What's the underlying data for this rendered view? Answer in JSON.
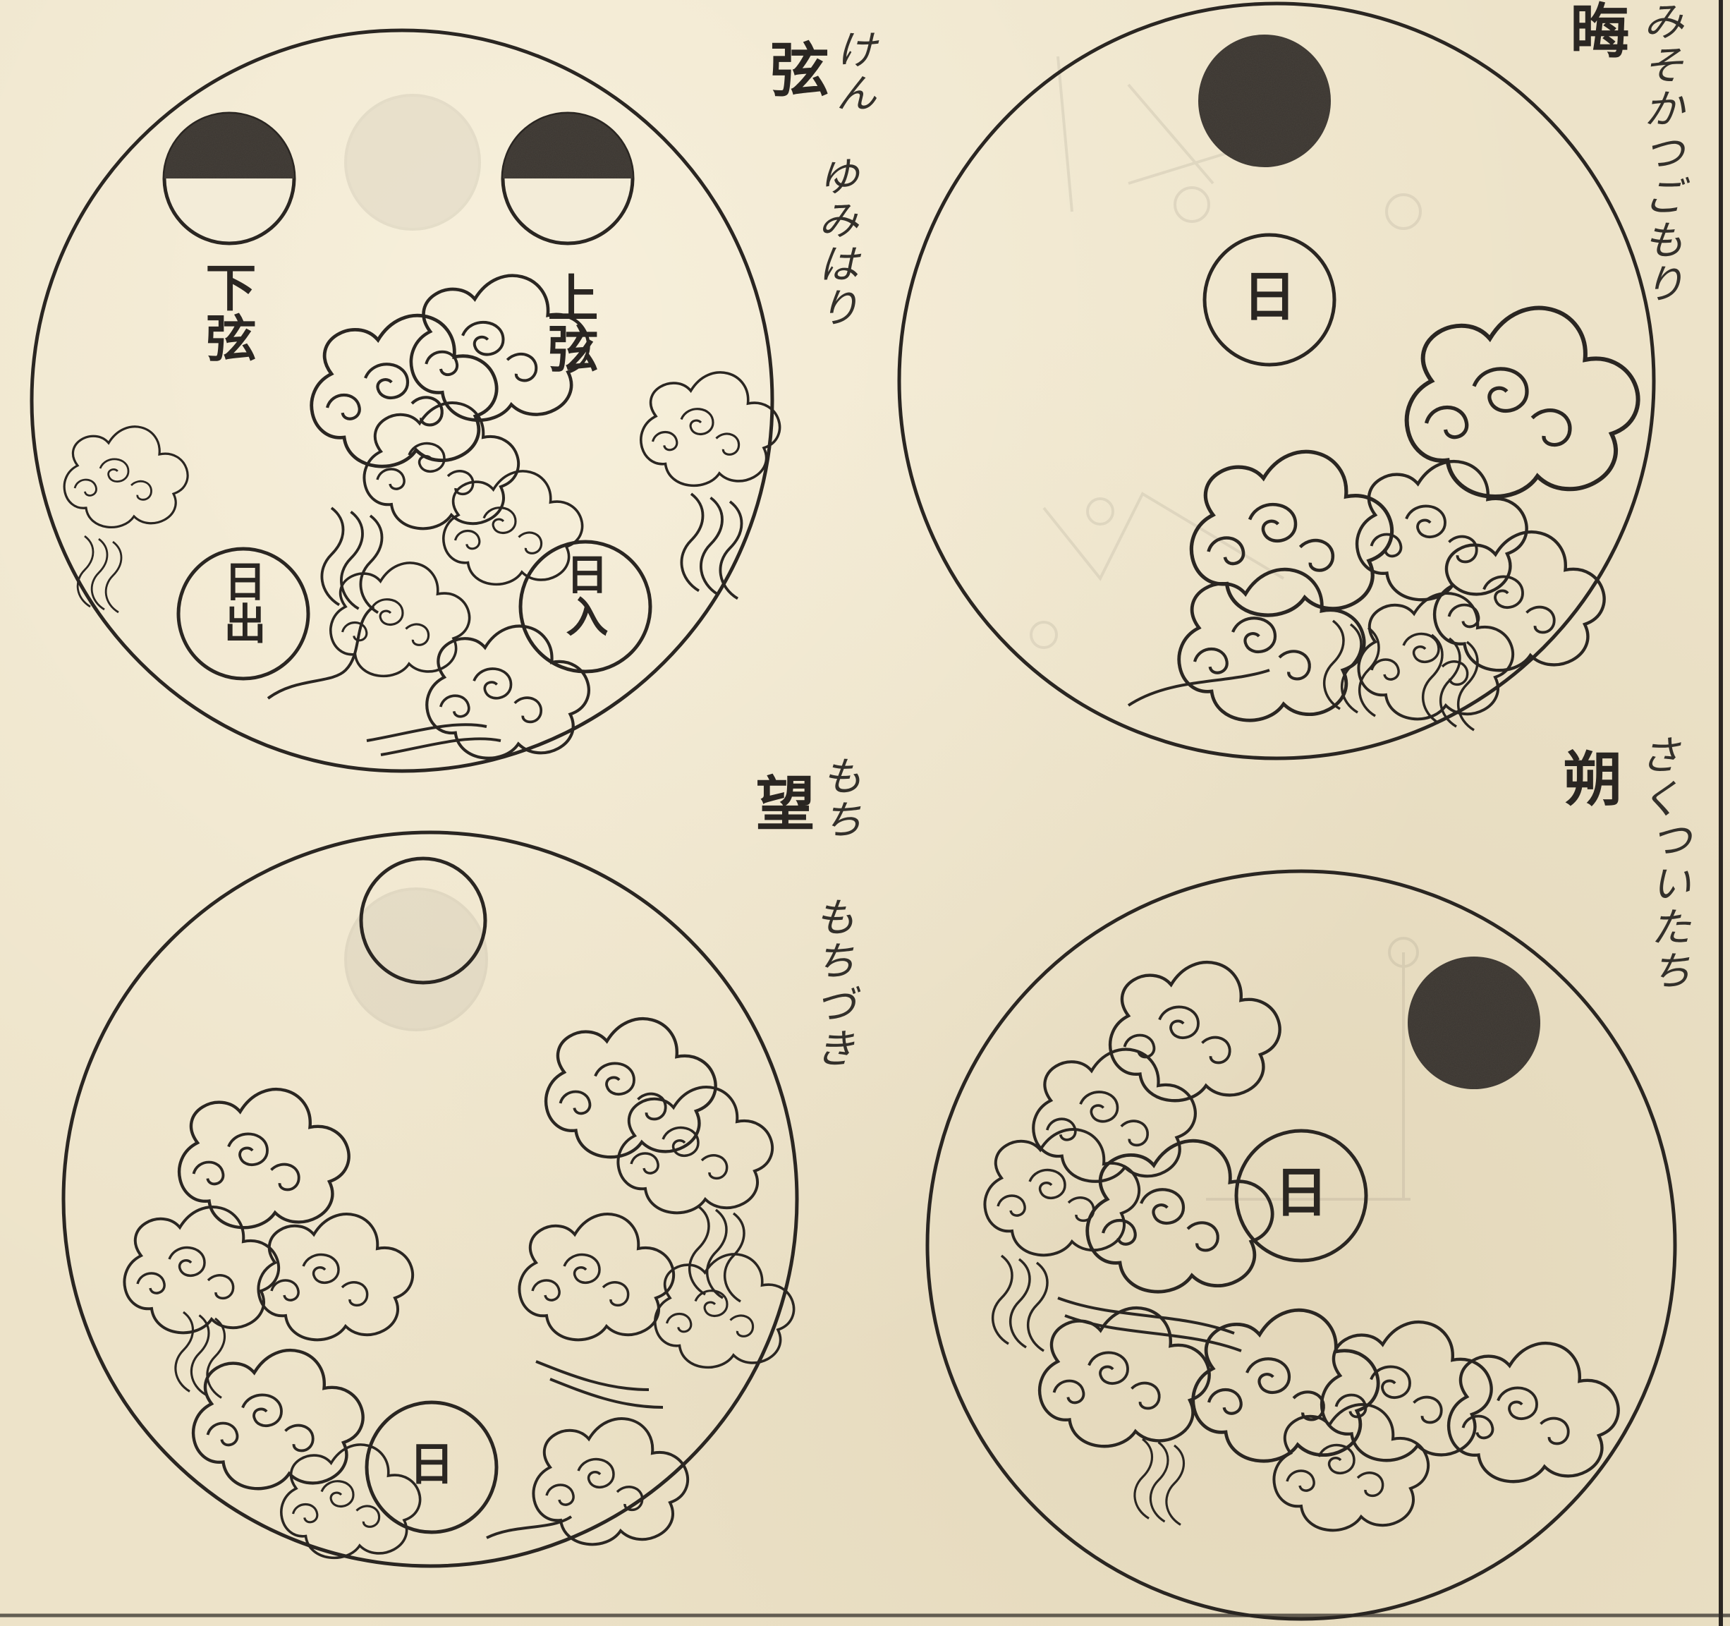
{
  "headings": {
    "gen": "弦",
    "gen_kana": "けん",
    "gen_kana2": "ゆみはり",
    "kai": "晦",
    "kai_kana": "みそかつごもり",
    "sak": "朔",
    "sak_kana": "さく",
    "sak_kana2": "ついたち",
    "bou": "望",
    "bou_kana": "もち",
    "bou_kana2": "もちづき"
  },
  "panel_gen": {
    "kagen": "下弦",
    "jougen": "上弦",
    "hinode": "日出",
    "hiiri": "日入"
  },
  "panel_kai": {
    "sun": "日"
  },
  "panel_bou": {
    "sun": "日"
  },
  "panel_sak": {
    "sun": "日"
  },
  "colors": {
    "ink": "#2a2622",
    "paper": "#ede3c9",
    "moon_dark": "#3a3530"
  }
}
